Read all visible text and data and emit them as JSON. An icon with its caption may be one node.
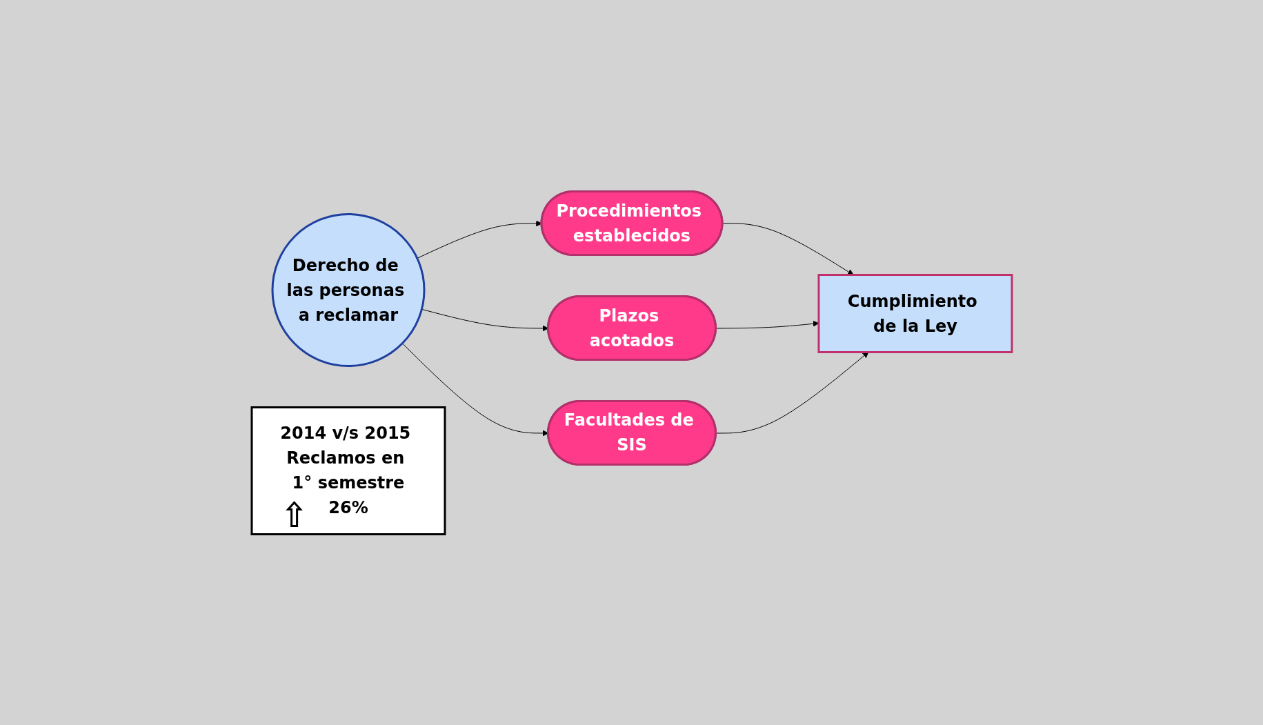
{
  "diagram": {
    "nodes": [
      {
        "text": [
          "Derecho de las personas a reclamar"
        ]
      },
      {
        "text": [
          "Procedimientos establecidos"
        ]
      },
      {
        "text": [
          "Plazos acotados"
        ]
      },
      {
        "text": [
          "Facultades de SIS"
        ]
      },
      {
        "text": [
          "Cumplimiento de la Ley"
        ]
      },
      {
        "text": [
          "2014 v/s 2015 Reclamos en 1° semestre",
          "26%"
        ]
      }
    ],
    "edges": [
      {
        "from": 0,
        "to": 1,
        "arrow": "to"
      },
      {
        "from": 0,
        "to": 2,
        "arrow": "to"
      },
      {
        "from": 0,
        "to": 3,
        "arrow": "to"
      },
      {
        "from": 1,
        "to": 4,
        "arrow": "to"
      },
      {
        "from": 2,
        "to": 4,
        "arrow": "to"
      },
      {
        "from": 3,
        "to": 4,
        "arrow": "to"
      }
    ]
  }
}
